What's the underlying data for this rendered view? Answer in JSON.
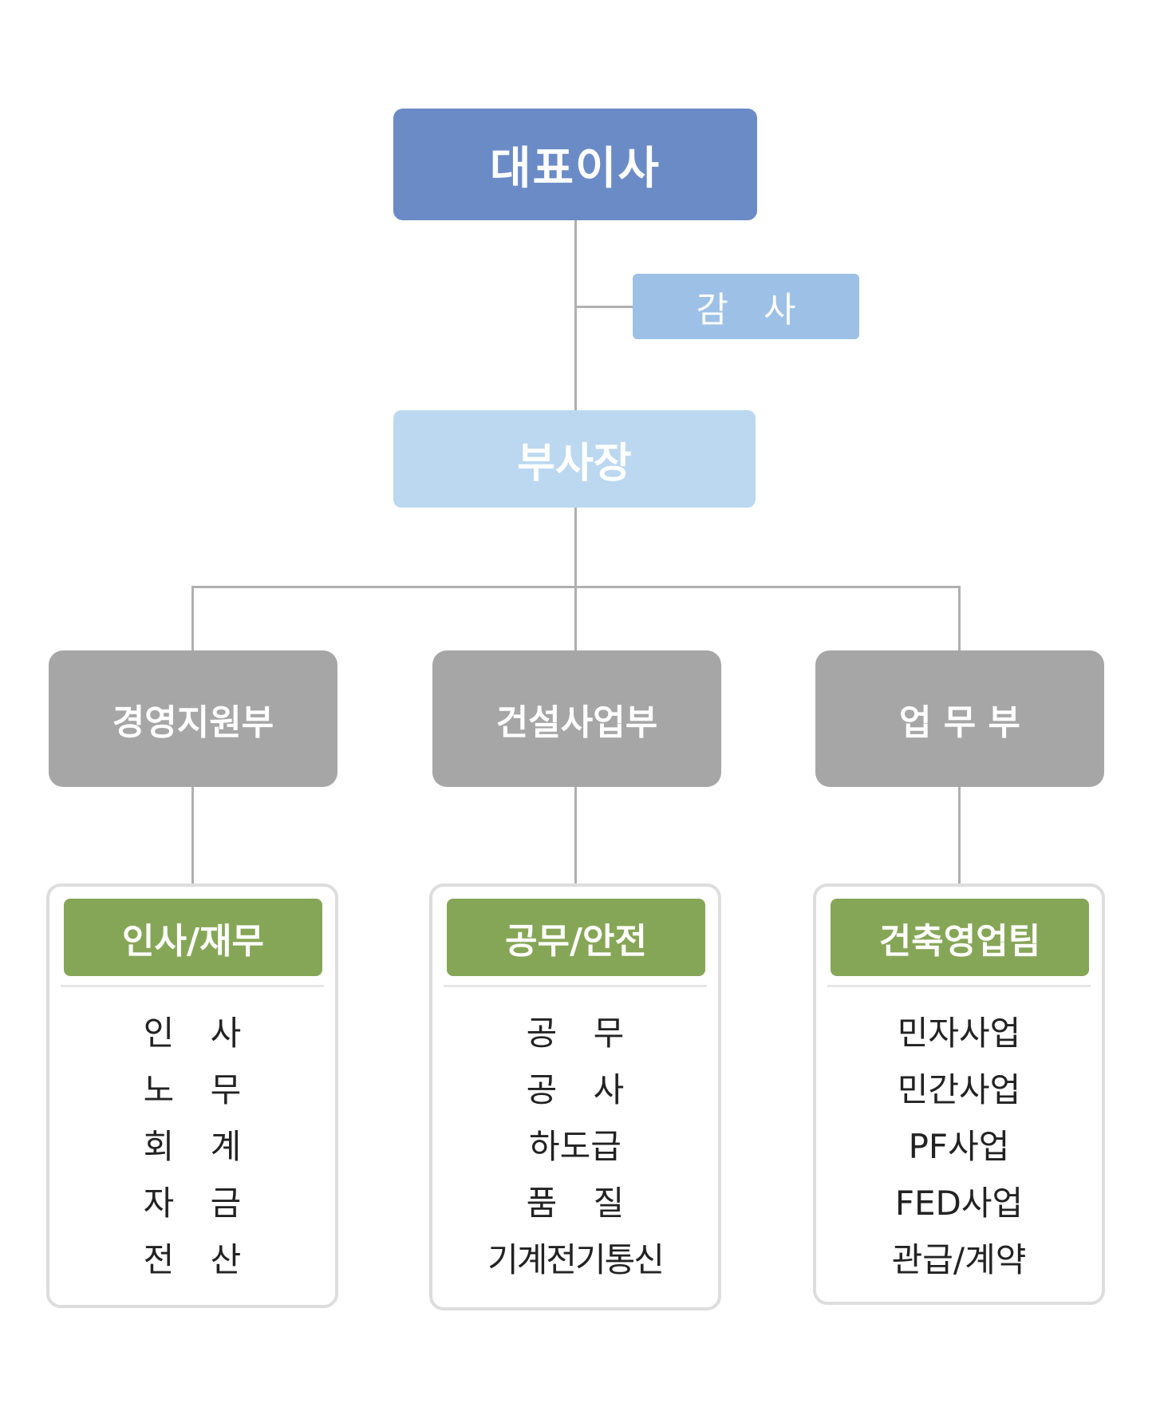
{
  "ceo": {
    "label": "대표이사"
  },
  "audit": {
    "chars": [
      "감",
      "사"
    ]
  },
  "vp": {
    "label": "부사장"
  },
  "departments": [
    {
      "label": "경영지원부",
      "team": "인사/재무",
      "items": [
        [
          "인",
          "사"
        ],
        [
          "노",
          "무"
        ],
        [
          "회",
          "계"
        ],
        [
          "자",
          "금"
        ],
        [
          "전",
          "산"
        ]
      ]
    },
    {
      "label": "건설사업부",
      "team": "공무/안전",
      "items": [
        [
          "공",
          "무"
        ],
        [
          "공",
          "사"
        ],
        "하도급",
        [
          "품",
          "질"
        ],
        "기계전기통신"
      ]
    },
    {
      "label": "업 무 부",
      "team": "건축영업팀",
      "items": [
        "민자사업",
        "민간사업",
        "PF사업",
        "FED사업",
        "관급/계약"
      ]
    }
  ],
  "colors": {
    "ceo": "#6b8bc6",
    "audit": "#9dc1e6",
    "vp": "#bcd8f0",
    "department": "#a6a6a6",
    "team": "#86a657",
    "connector": "#b0b0b0"
  }
}
